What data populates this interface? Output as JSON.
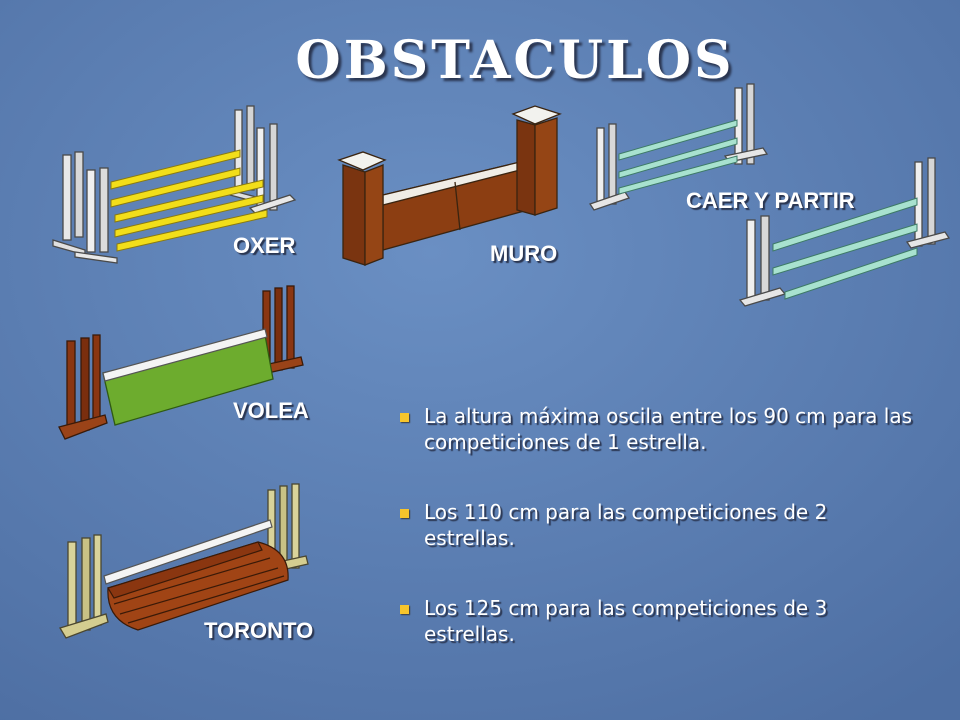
{
  "slide": {
    "title": "OBSTACULOS",
    "labels": {
      "oxer": "OXER",
      "muro": "MURO",
      "caer": "CAER Y PARTIR",
      "volea": "VOLEA",
      "toronto": "TORONTO"
    },
    "bullets": [
      "La altura máxima oscila entre los 90 cm para las competiciones de 1 estrella.",
      "Los 110 cm para las competiciones de 2 estrellas.",
      "Los 125 cm para las competiciones de 3 estrellas."
    ],
    "colors": {
      "background": "#5f83b8",
      "bullet": "#f7c52b",
      "oxer_poles": "#f2de1a",
      "caer_poles": "#a8e2cf",
      "volea_fill": "#6dac2e",
      "wall": "#8c3e12"
    }
  }
}
